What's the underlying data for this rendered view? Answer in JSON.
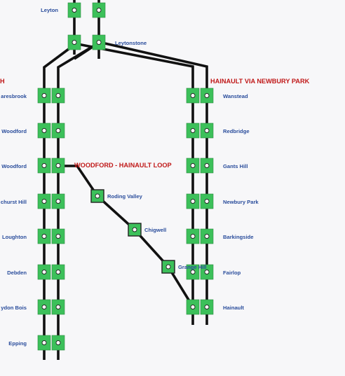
{
  "map_title": "",
  "colors": {
    "track": "#111111",
    "platform": "#3cc05a",
    "station_label": "#2a4d9c",
    "section_label": "#c01818",
    "background": "#f7f7f9"
  },
  "sections": {
    "left_partial": "H",
    "hainault_via_newbury_park": "HAINAULT VIA NEWBURY PARK",
    "woodford_hainault_loop": "WOODFORD - HAINAULT LOOP"
  },
  "stations": {
    "leyton": "Leyton",
    "leytonstone": "Leytonstone",
    "snaresbrook": "aresbrook",
    "south_woodford": "Woodford",
    "woodford": "Woodford",
    "buckhurst_hill": "churst Hill",
    "loughton": "Loughton",
    "debden": "Debden",
    "theydon_bois": "ydon Bois",
    "epping": "Epping",
    "wanstead": "Wanstead",
    "redbridge": "Redbridge",
    "gants_hill": "Gants Hill",
    "newbury_park": "Newbury Park",
    "barkingside": "Barkingside",
    "fairlop": "Fairlop",
    "hainault": "Hainault",
    "roding_valley": "Roding Valley",
    "chigwell": "Chigwell",
    "grange_hill": "Grange Hill"
  }
}
